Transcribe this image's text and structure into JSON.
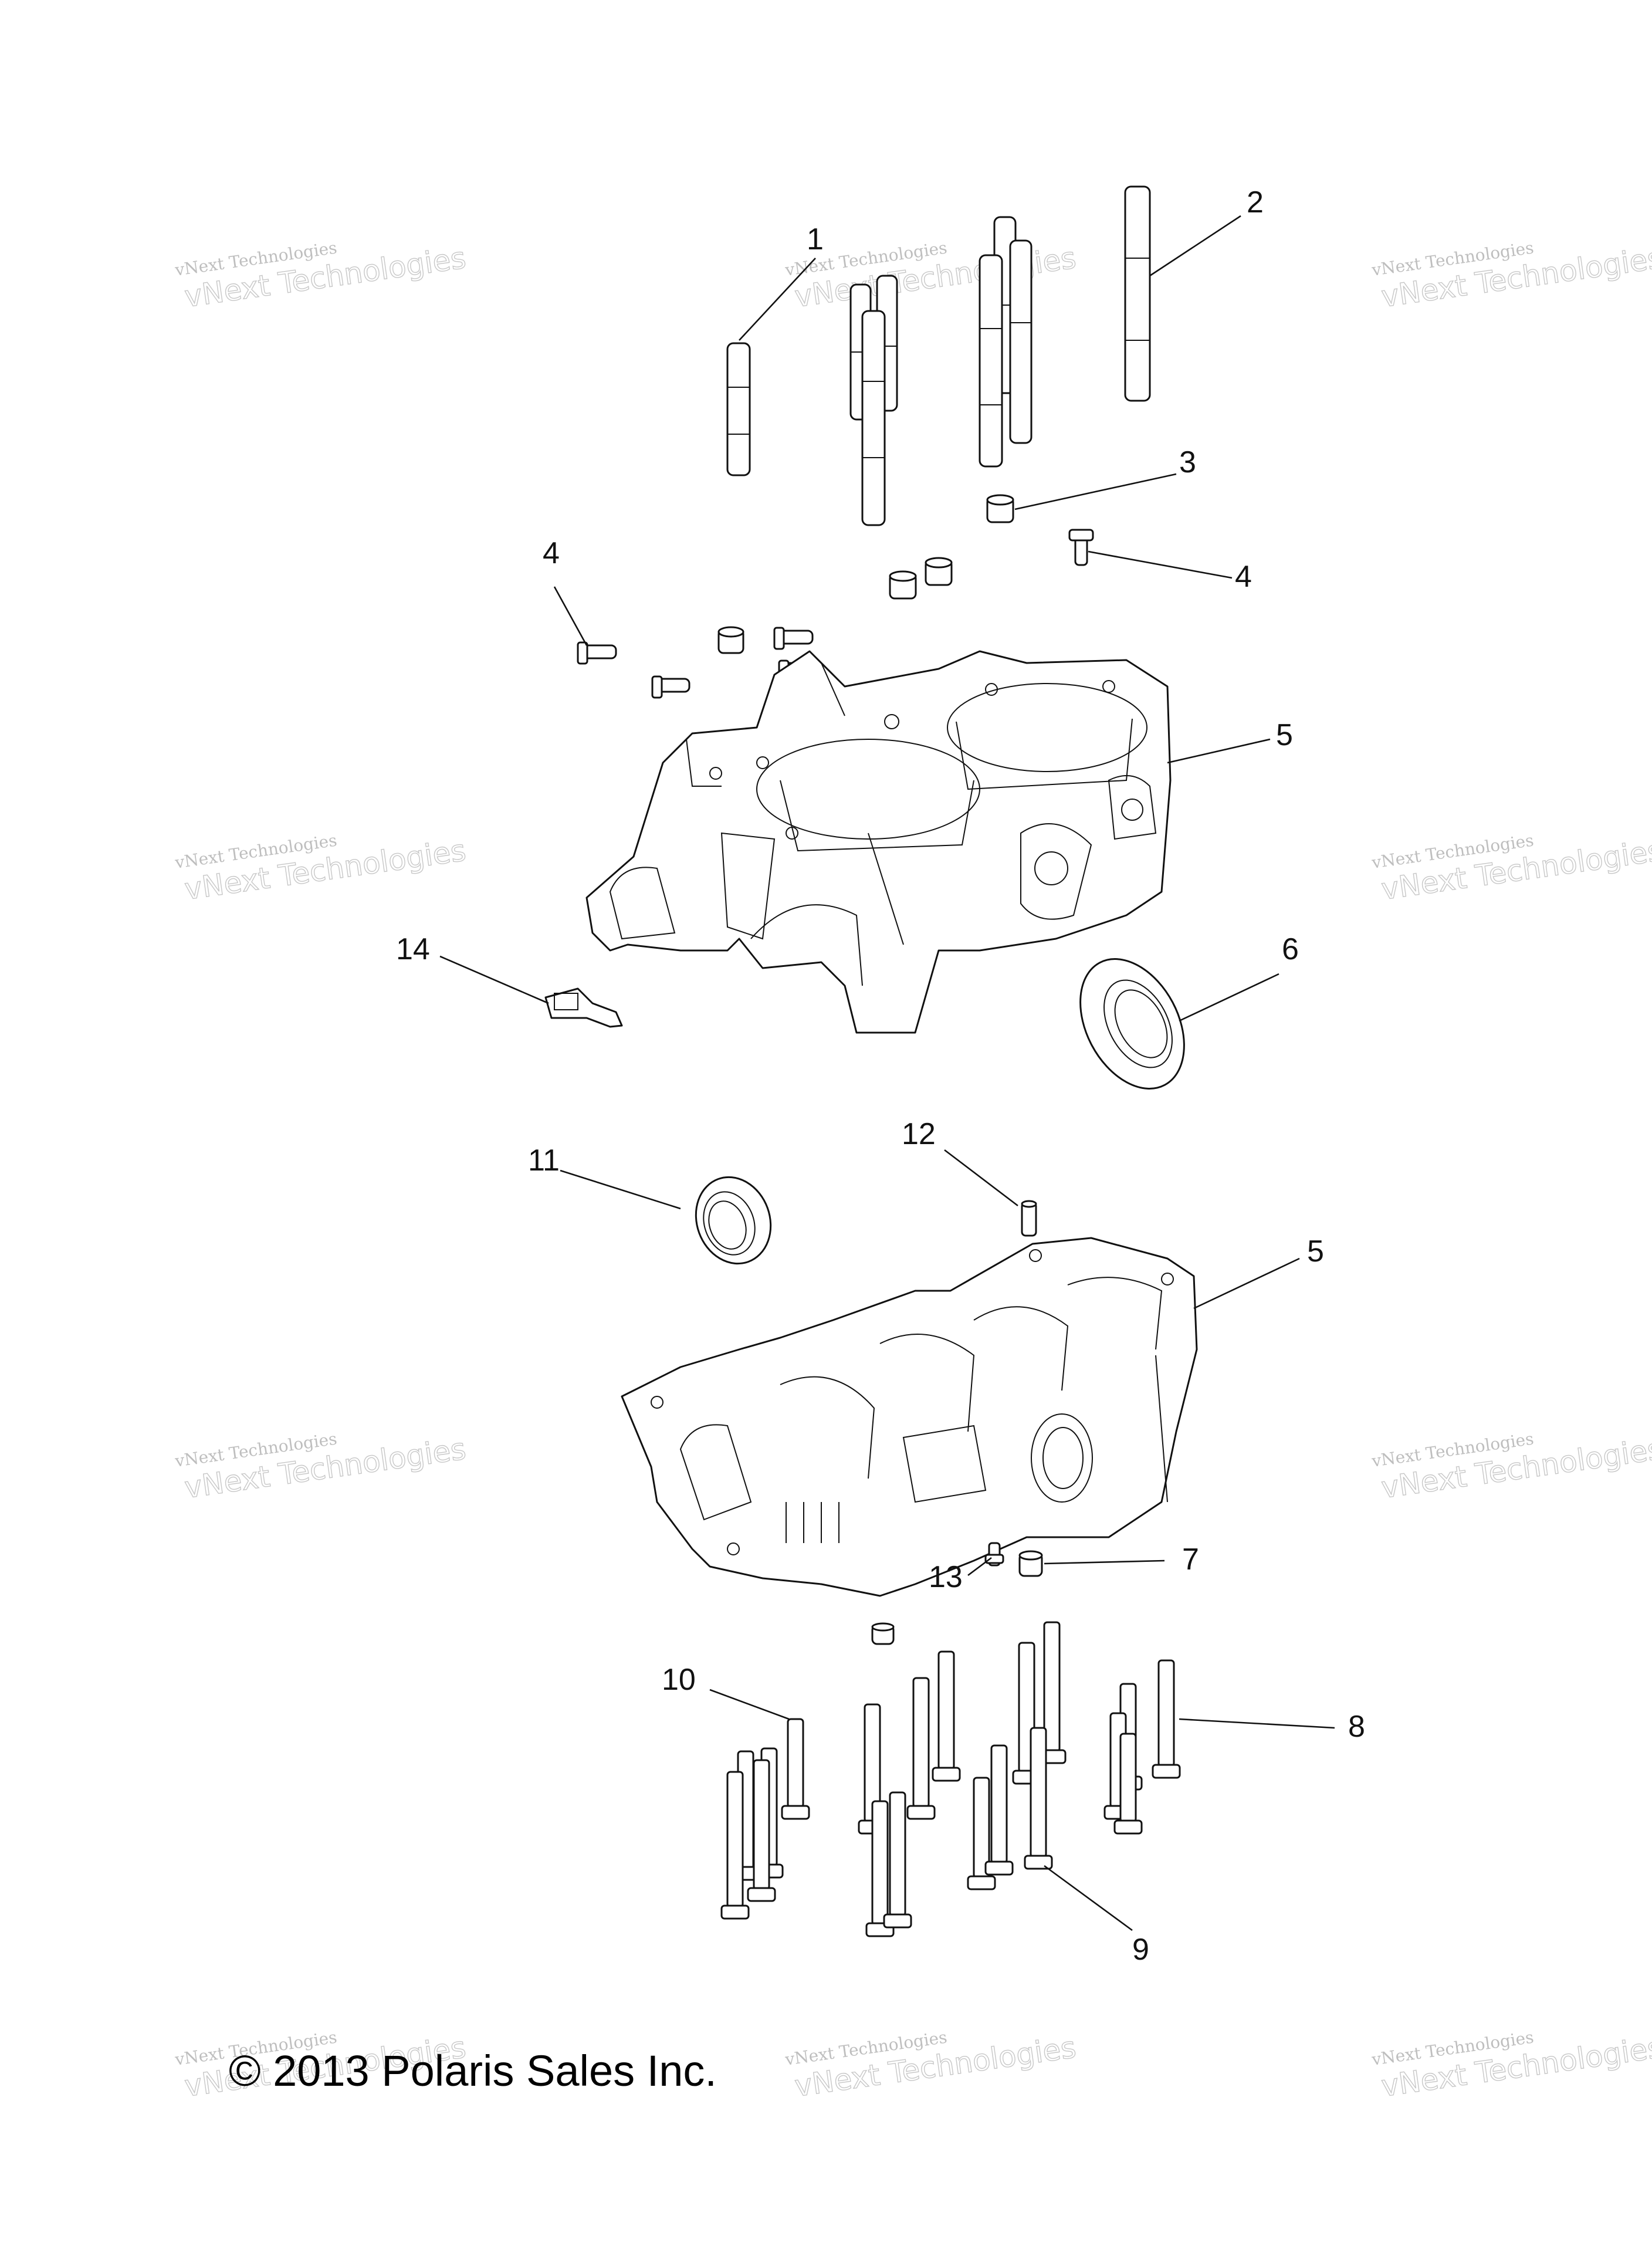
{
  "copyright": "© 2013 Polaris Sales Inc.",
  "watermark": {
    "line1": "vNext Technologies",
    "line2": "vNext Technologies"
  },
  "callouts": [
    "1",
    "2",
    "3",
    "4",
    "4",
    "5",
    "6",
    "14",
    "11",
    "12",
    "5",
    "7",
    "13",
    "10",
    "8",
    "9"
  ]
}
